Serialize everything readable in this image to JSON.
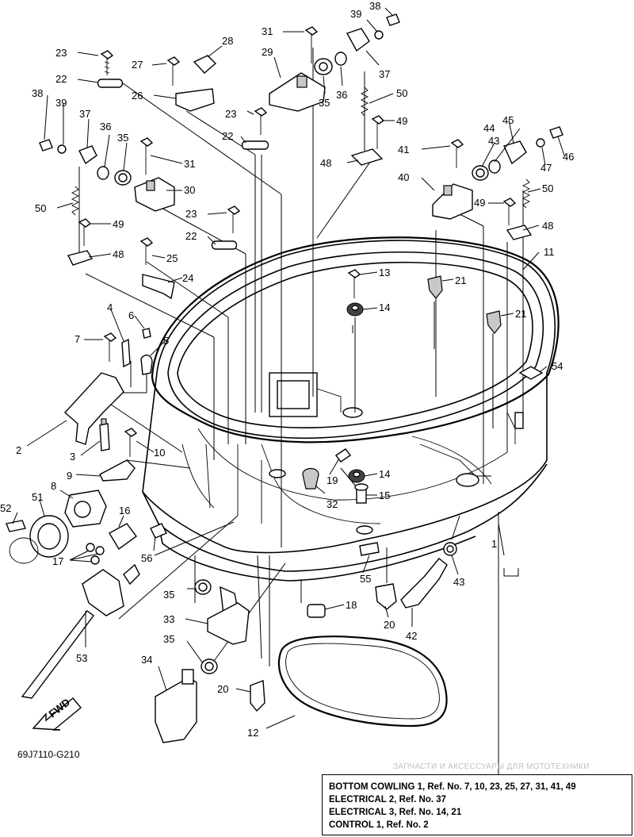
{
  "diagram": {
    "code": "69J7110-G210",
    "watermark": "ЗАПЧАСТИ И АКСЕССУАРЫ ДЛЯ МОТОТЕХНИКИ",
    "fwd_label": "FWD",
    "labels": {
      "n1": "1",
      "n2": "2",
      "n3": "3",
      "n4": "4",
      "n5": "5",
      "n6": "6",
      "n7": "7",
      "n8": "8",
      "n9": "9",
      "n10": "10",
      "n11": "11",
      "n12": "12",
      "n13": "13",
      "n14a": "14",
      "n14b": "14",
      "n15": "15",
      "n16": "16",
      "n17": "17",
      "n18": "18",
      "n19": "19",
      "n20a": "20",
      "n20b": "20",
      "n21a": "21",
      "n21b": "21",
      "n22a": "22",
      "n22b": "22",
      "n22c": "22",
      "n23a": "23",
      "n23b": "23",
      "n23c": "23",
      "n24": "24",
      "n25": "25",
      "n26": "26",
      "n27": "27",
      "n28": "28",
      "n29": "29",
      "n30": "30",
      "n31a": "31",
      "n31b": "31",
      "n32": "32",
      "n33": "33",
      "n34": "34",
      "n35a": "35",
      "n35b": "35",
      "n35c": "35",
      "n35d": "35",
      "n36a": "36",
      "n36b": "36",
      "n37a": "37",
      "n37b": "37",
      "n38a": "38",
      "n38b": "38",
      "n39a": "39",
      "n39b": "39",
      "n40": "40",
      "n41": "41",
      "n42": "42",
      "n43a": "43",
      "n43b": "43",
      "n44": "44",
      "n45": "45",
      "n46": "46",
      "n47": "47",
      "n48a": "48",
      "n48b": "48",
      "n48c": "48",
      "n49a": "49",
      "n49b": "49",
      "n49c": "49",
      "n50a": "50",
      "n50b": "50",
      "n50c": "50",
      "n51": "51",
      "n52": "52",
      "n53": "53",
      "n54": "54",
      "n55": "55",
      "n56": "56"
    }
  },
  "reference_notes": [
    "BOTTOM COWLING 1, Ref. No. 7, 10, 23, 25, 27, 31, 41, 49",
    "ELECTRICAL 2, Ref. No. 37",
    "ELECTRICAL 3, Ref. No. 14, 21",
    "CONTROL 1, Ref. No. 2"
  ]
}
